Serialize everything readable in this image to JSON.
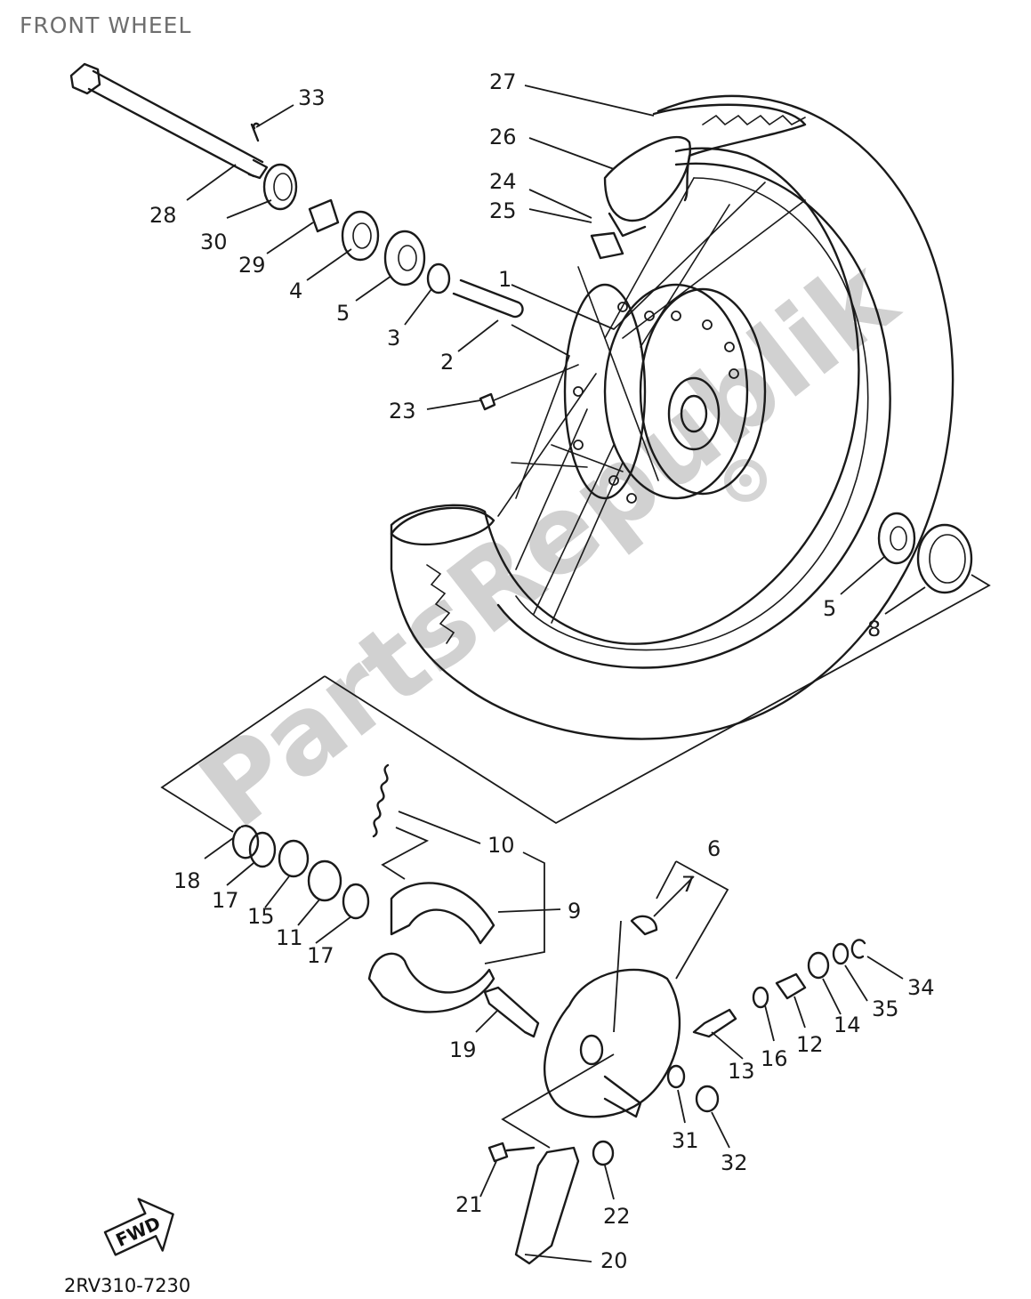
{
  "title": "FRONT WHEEL",
  "diagram_code": "2RV310-7230",
  "direction_badge": "FWD",
  "watermark": "PartsRepublik",
  "callouts": [
    {
      "label": "27"
    },
    {
      "label": "26"
    },
    {
      "label": "24"
    },
    {
      "label": "25"
    },
    {
      "label": "33"
    },
    {
      "label": "28"
    },
    {
      "label": "30"
    },
    {
      "label": "29"
    },
    {
      "label": "4"
    },
    {
      "label": "5"
    },
    {
      "label": "3"
    },
    {
      "label": "1"
    },
    {
      "label": "2"
    },
    {
      "label": "23"
    },
    {
      "label": "5"
    },
    {
      "label": "8"
    },
    {
      "label": "10"
    },
    {
      "label": "6"
    },
    {
      "label": "7"
    },
    {
      "label": "9"
    },
    {
      "label": "18"
    },
    {
      "label": "17"
    },
    {
      "label": "15"
    },
    {
      "label": "11"
    },
    {
      "label": "17"
    },
    {
      "label": "19"
    },
    {
      "label": "34"
    },
    {
      "label": "35"
    },
    {
      "label": "14"
    },
    {
      "label": "12"
    },
    {
      "label": "16"
    },
    {
      "label": "13"
    },
    {
      "label": "31"
    },
    {
      "label": "32"
    },
    {
      "label": "21"
    },
    {
      "label": "22"
    },
    {
      "label": "20"
    }
  ]
}
